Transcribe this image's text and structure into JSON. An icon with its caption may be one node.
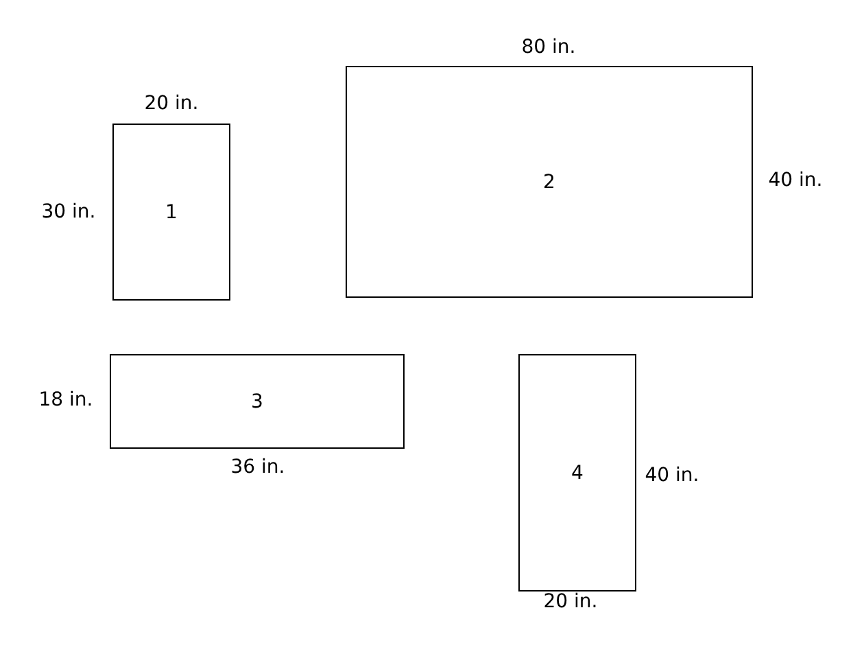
{
  "diagram": {
    "nodes": [
      {
        "text": [
          "1"
        ]
      },
      {
        "text": [
          "2"
        ]
      },
      {
        "text": [
          "3"
        ]
      },
      {
        "text": [
          "4"
        ]
      }
    ],
    "labels": [
      "80 in.",
      "20 in.",
      "40 in.",
      "30 in.",
      "18 in.",
      "36 in.",
      "40 in.",
      "20 in."
    ]
  }
}
